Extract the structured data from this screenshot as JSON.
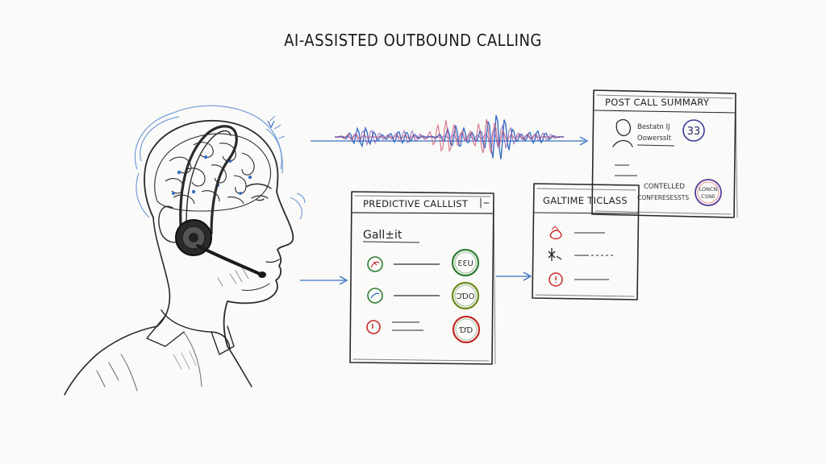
{
  "title": "AI-ASSISTED OUTBOUND CALLING",
  "predictive_card": {
    "title": "PREDICTIVE CALLLIST",
    "subtitle": "Gall±it",
    "badges": [
      "ƐƐU",
      "ƆƊO",
      "ƊƊ"
    ]
  },
  "realtime_card": {
    "title": "GALTIME TICLASS"
  },
  "summary_card": {
    "title": "POST CALL SUMMARY",
    "line1": "Bestatn IJ",
    "line2": "Oowersslt",
    "badge1": "33",
    "label_a": "CONTELLED",
    "label_b": "CONFERESESSTS",
    "badge2_a": "LONCN",
    "badge2_b": "CSNE"
  },
  "colors": {
    "blue": "#3a6fc4",
    "red": "#d63b3b",
    "green": "#3a8a2a",
    "purple": "#7a3ea8",
    "pencil": "#2a2a2a"
  }
}
